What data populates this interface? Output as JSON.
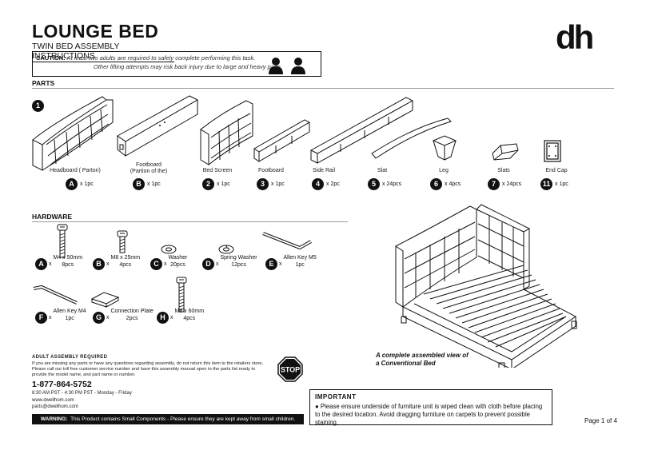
{
  "header": {
    "title": "LOUNGE BED",
    "subtitle": "TWIN BED ASSEMBLY INSTRUCTIONS",
    "logo": "dh"
  },
  "caution": {
    "label": "CAUTION:",
    "line1": "At least two adults are required to safely complete performing this task.",
    "line2": "Other lifting attempts may risk back injury due to large and heavy parts."
  },
  "parts": {
    "heading": "PARTS",
    "step": "1",
    "items": [
      {
        "name": "Headboard ( Parton)",
        "badge": "A",
        "qty": "x 1pc"
      },
      {
        "name": "Footboard\n(Partion of the)",
        "badge": "B",
        "qty": "x 1pc"
      },
      {
        "name": "Bed Screen",
        "badge": "2",
        "qty": "x 1pc"
      },
      {
        "name": "Footboard",
        "badge": "3",
        "qty": "x 1pc"
      },
      {
        "name": "Side Rail",
        "badge": "4",
        "qty": "x 2pc"
      },
      {
        "name": "Slat",
        "badge": "5",
        "qty": "x 24pcs"
      },
      {
        "name": "Leg",
        "badge": "6",
        "qty": "x 4pcs"
      },
      {
        "name": "Slats",
        "badge": "7",
        "qty": "x 24pcs"
      },
      {
        "name": "End Cap",
        "badge": "11",
        "qty": "x 1pc"
      }
    ]
  },
  "hardware": {
    "heading": "HARDWARE",
    "items": [
      {
        "badge": "A",
        "x": "x",
        "line1": "M4 x 50mm",
        "line2": "8pcs"
      },
      {
        "badge": "B",
        "x": "x",
        "line1": "M8 x 25mm",
        "line2": "4pcs"
      },
      {
        "badge": "C",
        "x": "x",
        "line1": "Washer",
        "line2": "20pcs"
      },
      {
        "badge": "D",
        "x": "x",
        "line1": "Spring Washer",
        "line2": "12pcs"
      },
      {
        "badge": "E",
        "x": "x",
        "line1": "Allen Key M5",
        "line2": "1pc"
      },
      {
        "badge": "F",
        "x": "x",
        "line1": "Allen Key M4",
        "line2": "1pc"
      },
      {
        "badge": "G",
        "x": "x",
        "line1": "Connection Plate",
        "line2": "2pcs"
      },
      {
        "badge": "H",
        "x": "x",
        "line1": "M8 x 60mm",
        "line2": "4pcs"
      }
    ]
  },
  "assembly": {
    "heading": "ADULT ASSEMBLY REQUIRED",
    "line1": "If you are missing any parts or have any questions regarding assembly, do not return this item to the retailers store.",
    "line2": "Please call our toll free customer service number and have this assembly manual open to the parts list ready to",
    "line3": "provide the model name, and part name or number.",
    "stop": "STOP"
  },
  "contact": {
    "phone": "1-877-864-5752",
    "hours": "8:30 AM PST - 4:30 PM PST - Monday - Friday",
    "web": "www.dwellhom.com",
    "email": "parts@dwellhom.com"
  },
  "warning": {
    "label": "WARNING:",
    "text": "This Product contains Small Components - Please ensure they are kept away from small children."
  },
  "important": {
    "heading": "IMPORTANT",
    "text": "● Please ensure underside of furniture unit is wiped clean with cloth before placing to the desired location. Avoid dragging furniture on carpets to prevent possible staining."
  },
  "caption": {
    "line1": "A complete assembled view of",
    "line2": "a Conventional Bed"
  },
  "footer": {
    "page": "Page 1 of 4"
  }
}
